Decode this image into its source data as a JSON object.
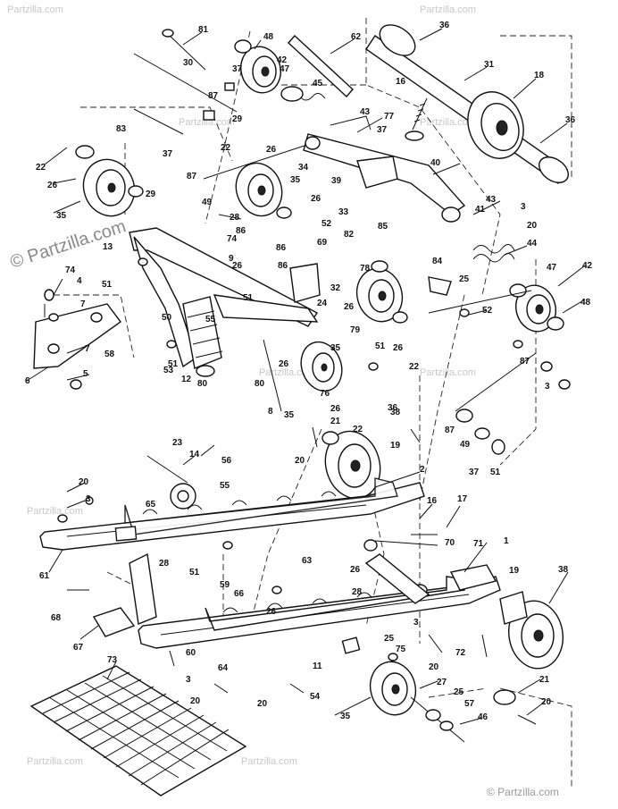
{
  "watermark": {
    "brand_main": "© Partzilla.com",
    "brand_repeat": "Partzilla.com",
    "brand_bottom": "© Partzilla.com"
  },
  "callouts": [
    "81",
    "48",
    "62",
    "36",
    "30",
    "37",
    "42",
    "47",
    "87",
    "45",
    "31",
    "16",
    "18",
    "83",
    "29",
    "43",
    "77",
    "37",
    "36",
    "22",
    "37",
    "22",
    "26",
    "34",
    "40",
    "87",
    "26",
    "35",
    "29",
    "49",
    "35",
    "26",
    "39",
    "52",
    "33",
    "43",
    "41",
    "3",
    "20",
    "28",
    "86",
    "74",
    "69",
    "85",
    "82",
    "44",
    "13",
    "86",
    "25",
    "78",
    "84",
    "47",
    "42",
    "74",
    "9",
    "51",
    "26",
    "86",
    "24",
    "32",
    "55",
    "48",
    "4",
    "51",
    "51",
    "26",
    "79",
    "52",
    "7",
    "50",
    "53",
    "35",
    "51",
    "26",
    "22",
    "87",
    "58",
    "7",
    "12",
    "80",
    "80",
    "26",
    "5",
    "6",
    "8",
    "36",
    "76",
    "26",
    "3",
    "87",
    "49",
    "37",
    "51",
    "35",
    "21",
    "38",
    "22",
    "23",
    "14",
    "19",
    "56",
    "20",
    "2",
    "55",
    "20",
    "3",
    "65",
    "16",
    "17",
    "61",
    "70",
    "71",
    "1",
    "28",
    "51",
    "63",
    "26",
    "19",
    "38",
    "59",
    "66",
    "68",
    "28",
    "67",
    "26",
    "60",
    "25",
    "3",
    "73",
    "11",
    "75",
    "20",
    "72",
    "64",
    "3",
    "20",
    "54",
    "27",
    "25",
    "20",
    "57",
    "46",
    "35",
    "21",
    "20"
  ]
}
